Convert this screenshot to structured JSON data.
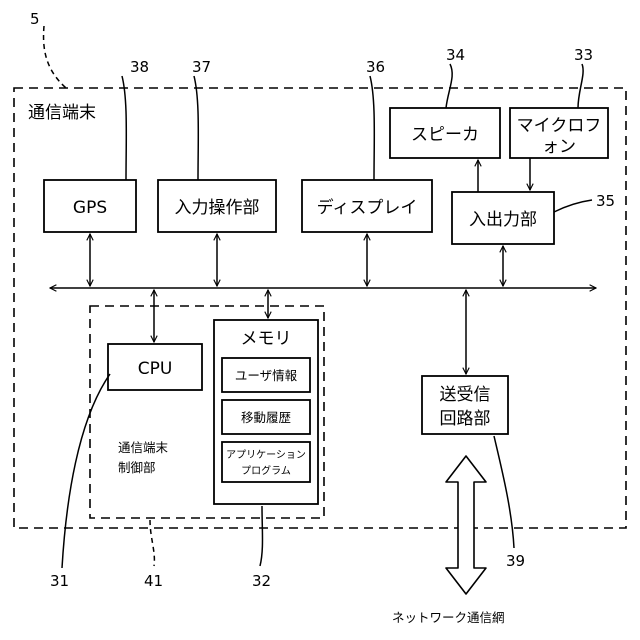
{
  "diagram": {
    "terminal_ref": "5",
    "terminal_title": "通信端末",
    "controller_title_lines": [
      "通信端末",
      "制御部"
    ],
    "network_label": "ネットワーク通信網",
    "blocks": {
      "gps": "GPS",
      "input_operation": "入力操作部",
      "display": "ディスプレイ",
      "speaker": "スピーカ",
      "microphone_lines": [
        "マイクロフ",
        "ォン"
      ],
      "io_unit": "入出力部",
      "cpu": "CPU",
      "memory": "メモリ",
      "user_info": "ユーザ情報",
      "movement_history": "移動履歴",
      "app_program_lines": [
        "アプリケーション",
        "プログラム"
      ],
      "transceiver_lines": [
        "送受信",
        "回路部"
      ]
    },
    "refs": {
      "gps": "38",
      "input_operation": "37",
      "display": "36",
      "speaker": "34",
      "microphone": "33",
      "io_unit": "35",
      "cpu": "31",
      "controller": "41",
      "memory": "32",
      "transceiver": "39"
    }
  }
}
